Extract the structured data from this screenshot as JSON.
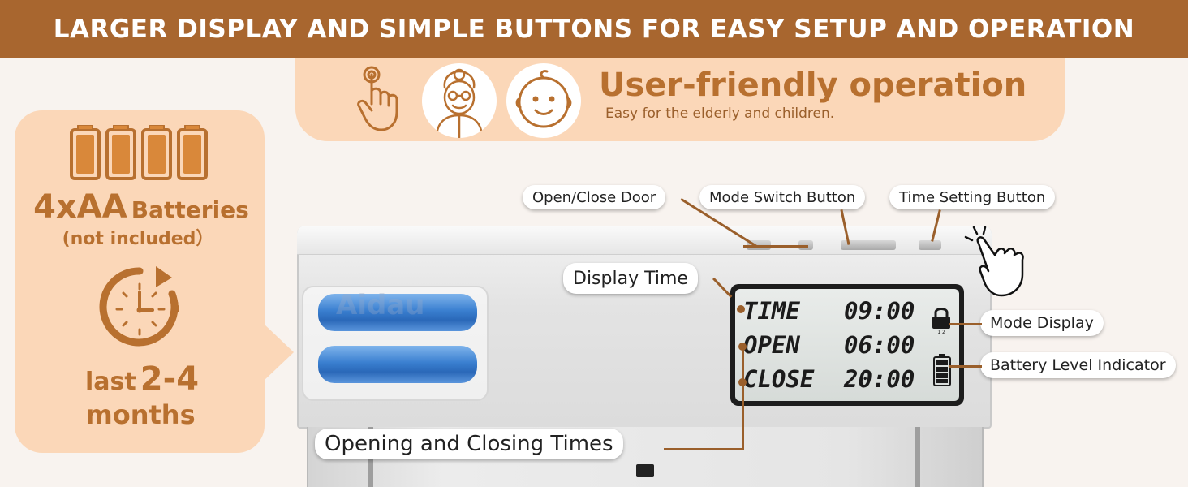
{
  "banner": {
    "title": "LARGER DISPLAY AND SIMPLE BUTTONS FOR EASY SETUP AND OPERATION"
  },
  "friendly": {
    "title": "User-friendly operation",
    "subtitle": "Easy for the elderly and children.",
    "icons": [
      "tap-hand-icon",
      "elderly-person-icon",
      "baby-face-icon"
    ]
  },
  "battery": {
    "count": "4xAA",
    "word": "Batteries",
    "note": "(not included）",
    "last_word": "last",
    "range": "2-4",
    "months": "months",
    "icons": [
      "battery-icon",
      "clock-icon"
    ]
  },
  "device": {
    "watermark": "Aidau",
    "lcd": {
      "rows": [
        {
          "label": "TIME",
          "value": "09:00"
        },
        {
          "label": "OPEN",
          "value": "06:00"
        },
        {
          "label": "CLOSE",
          "value": "20:00"
        }
      ],
      "mode_sub": "1 2"
    }
  },
  "callouts": {
    "open_close_door": "Open/Close Door",
    "mode_switch": "Mode Switch Button",
    "time_setting": "Time Setting Button",
    "display_time": "Display Time",
    "mode_display": "Mode Display",
    "battery_level": "Battery Level Indicator",
    "opening_closing": "Opening and Closing Times"
  },
  "colors": {
    "brand_brown": "#a8662f",
    "accent_orange": "#b8702f",
    "panel_peach": "#fbd7b8",
    "background": "#f8f3ef"
  }
}
